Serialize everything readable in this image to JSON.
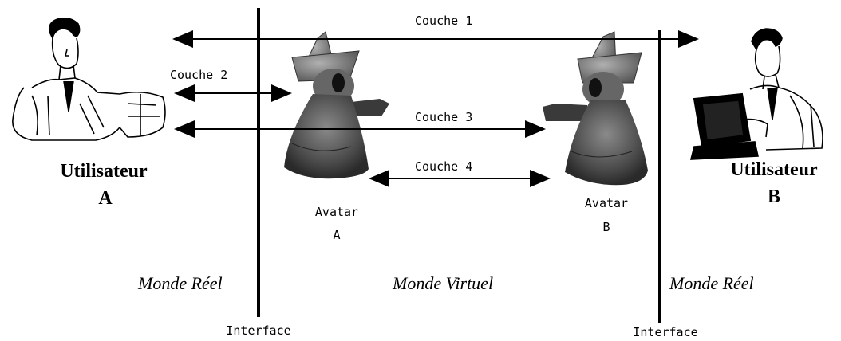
{
  "layers": {
    "couche1": "Couche 1",
    "couche2": "Couche 2",
    "couche3": "Couche 3",
    "couche4": "Couche 4"
  },
  "users": {
    "a": {
      "line1": "Utilisateur",
      "line2": "A"
    },
    "b": {
      "line1": "Utilisateur",
      "line2": "B"
    }
  },
  "avatars": {
    "a": {
      "line1": "Avatar",
      "line2": "A"
    },
    "b": {
      "line1": "Avatar",
      "line2": "B"
    }
  },
  "worlds": {
    "real_left": "Monde Réel",
    "virtual": "Monde Virtuel",
    "real_right": "Monde Réel"
  },
  "interfaces": {
    "left": "Interface",
    "right": "Interface"
  },
  "icons": [
    "user-a-illustration",
    "user-b-illustration",
    "avatar-a-figure",
    "avatar-b-figure"
  ]
}
